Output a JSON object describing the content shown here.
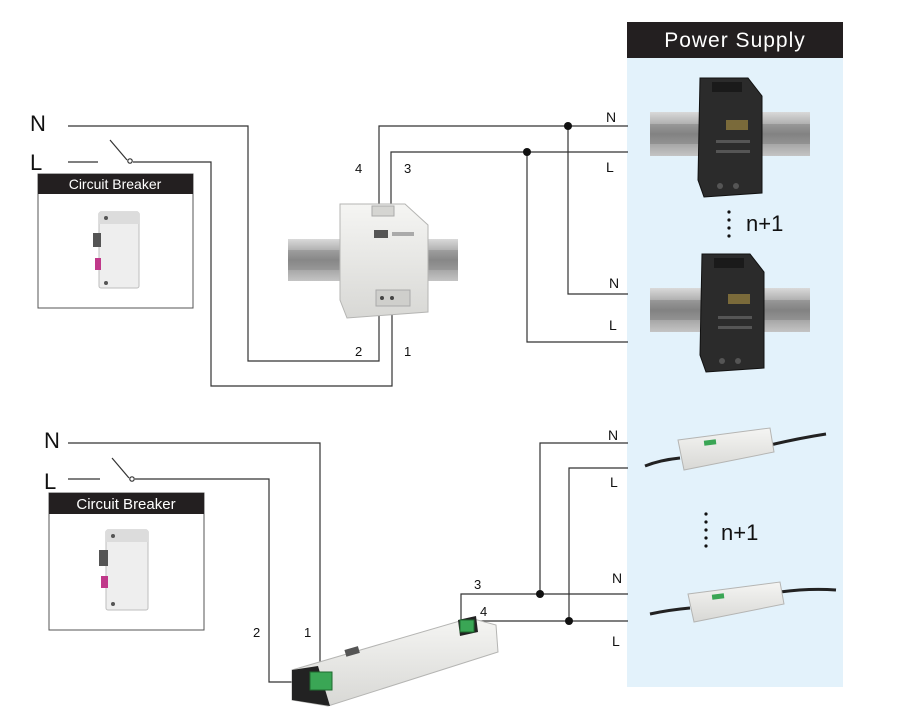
{
  "header": {
    "power_supply_title": "Power Supply"
  },
  "top": {
    "input_n": "N",
    "input_l": "L",
    "breaker_label": "Circuit Breaker",
    "terminal_4": "4",
    "terminal_3": "3",
    "terminal_2": "2",
    "terminal_1": "1",
    "out1_n": "N",
    "out1_l": "L",
    "out2_n": "N",
    "out2_l": "L",
    "n_plus_1": "n+1"
  },
  "bottom": {
    "input_n": "N",
    "input_l": "L",
    "breaker_label": "Circuit Breaker",
    "terminal_2": "2",
    "terminal_1": "1",
    "terminal_3": "3",
    "terminal_4": "4",
    "out1_n": "N",
    "out1_l": "L",
    "out2_n": "N",
    "out2_l": "L",
    "n_plus_1": "n+1"
  },
  "colors": {
    "panel_bg": "#e3f2fb",
    "header_bg": "#231f20",
    "wire": "#333333",
    "rail": "#9e9e9e",
    "psu_dark": "#2b2b2b",
    "psu_light": "#e7e7e5",
    "breaker_pink": "#c0398a"
  }
}
